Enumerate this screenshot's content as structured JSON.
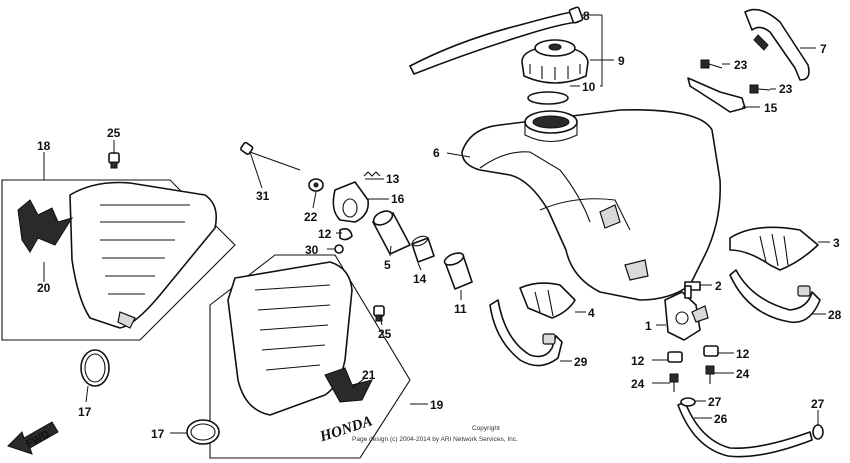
{
  "callouts": {
    "c1": "1",
    "c2": "2",
    "c3": "3",
    "c4": "4",
    "c5": "5",
    "c6": "6",
    "c7": "7",
    "c8": "8",
    "c9": "9",
    "c10": "10",
    "c11": "11",
    "c12a": "12",
    "c12b": "12",
    "c12c": "12",
    "c13": "13",
    "c14": "14",
    "c15": "15",
    "c16": "16",
    "c17a": "17",
    "c17b": "17",
    "c18": "18",
    "c19": "19",
    "c20": "20",
    "c21": "21",
    "c22": "22",
    "c23a": "23",
    "c23b": "23",
    "c24a": "24",
    "c24b": "24",
    "c25a": "25",
    "c25b": "25",
    "c26": "26",
    "c27a": "27",
    "c27b": "27",
    "c28": "28",
    "c29": "29",
    "c30": "30",
    "c31": "31"
  },
  "fwd_label": "FWD",
  "logo_text": "HONDA",
  "copyright_line1": "Copyright",
  "copyright_line2": "Page design (c) 2004-2014 by ARI Network Services, Inc."
}
